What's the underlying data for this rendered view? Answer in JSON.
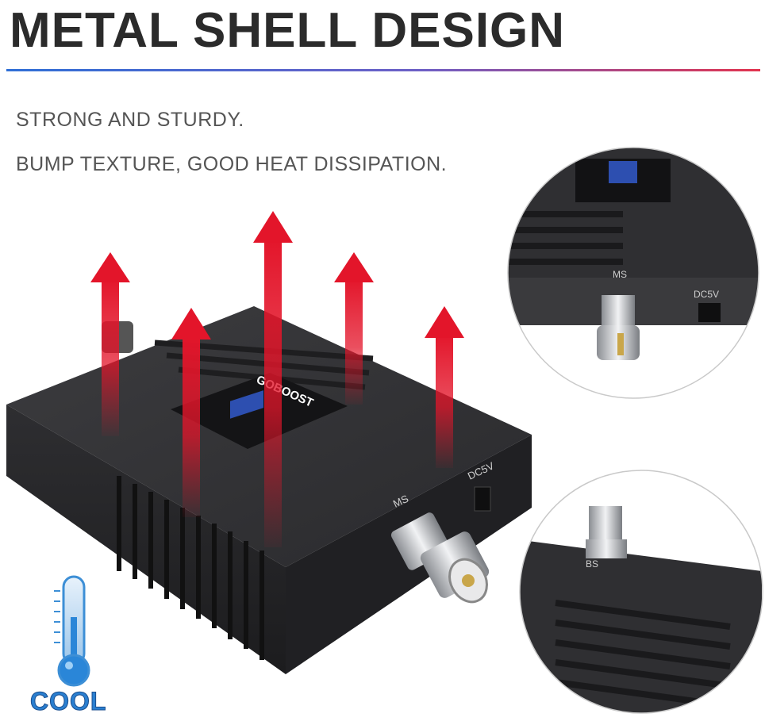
{
  "header": {
    "title": "METAL SHELL DESIGN"
  },
  "features": [
    "STRONG AND STURDY.",
    "BUMP TEXTURE, GOOD HEAT DISSIPATION."
  ],
  "device": {
    "brand": "GOBOOST",
    "port_ms": "MS",
    "port_dc": "DC5V",
    "port_bs": "BS"
  },
  "thermometer": {
    "label": "COOL"
  },
  "colors": {
    "accent_line": "#d9334a",
    "arrow": "#e3152a",
    "cool": "#2a7fd0"
  }
}
